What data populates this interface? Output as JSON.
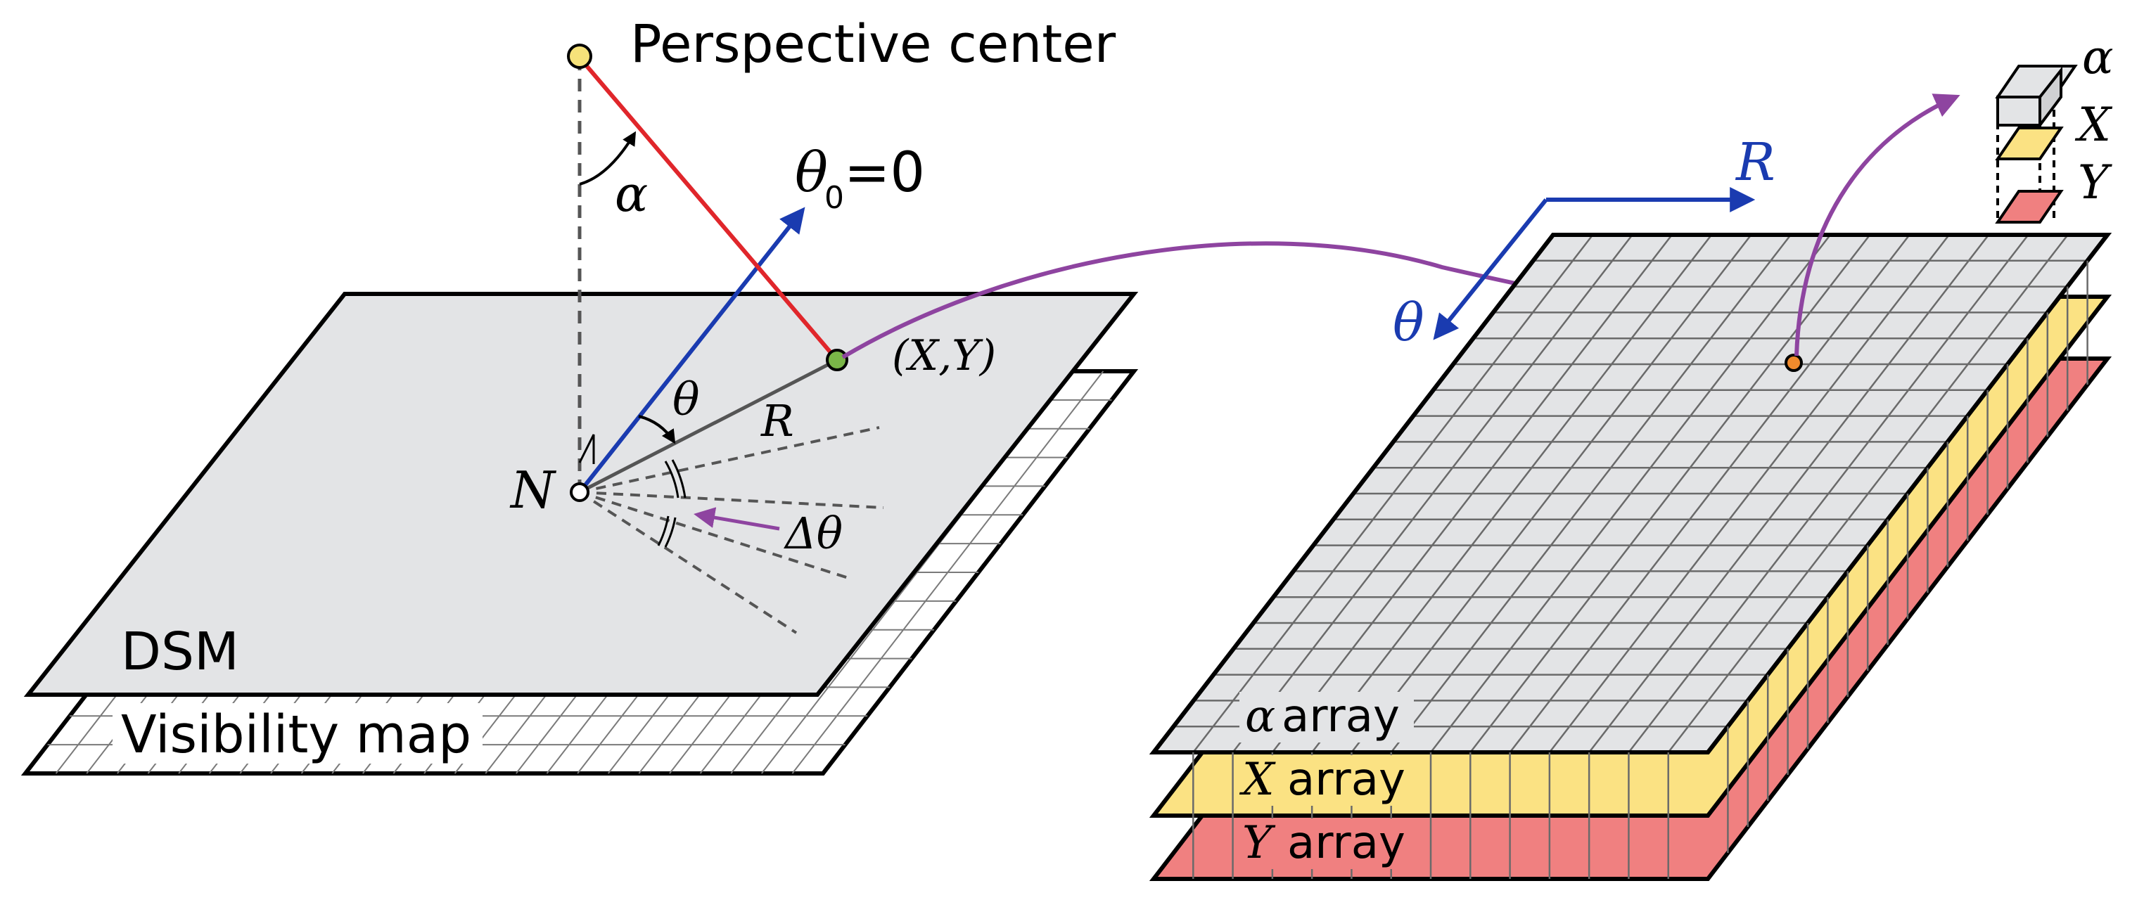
{
  "left_panel": {
    "perspective_center_label": "Perspective center",
    "alpha_symbol": "α",
    "theta0_label": "=0",
    "theta_symbol": "θ",
    "theta0_subscript": "0",
    "point_label": "(X,Y)",
    "r_symbol": "R",
    "n_symbol": "N",
    "delta_theta_label": "Δθ",
    "dsm_label": "DSM",
    "visibility_map_label": "Visibility map"
  },
  "right_panel": {
    "axis_r_label": "R",
    "axis_theta_label": "θ",
    "alpha_array_symbol": "α",
    "x_array_symbol": "X",
    "y_array_symbol": "Y",
    "array_word": "array",
    "stack_alpha": "α",
    "stack_x": "X",
    "stack_y": "Y"
  },
  "colors": {
    "dsm_fill": "#e3e4e6",
    "grid_line": "#6a6a6a",
    "red_line": "#e0262b",
    "blue_arrow": "#1a3bb0",
    "purple_arrow": "#8e44a0",
    "yellow_layer": "#fbe283",
    "red_layer": "#f08080",
    "perspective_point": "#f6e27a",
    "xy_point": "#7ab648",
    "orange_point": "#f08a2c"
  }
}
